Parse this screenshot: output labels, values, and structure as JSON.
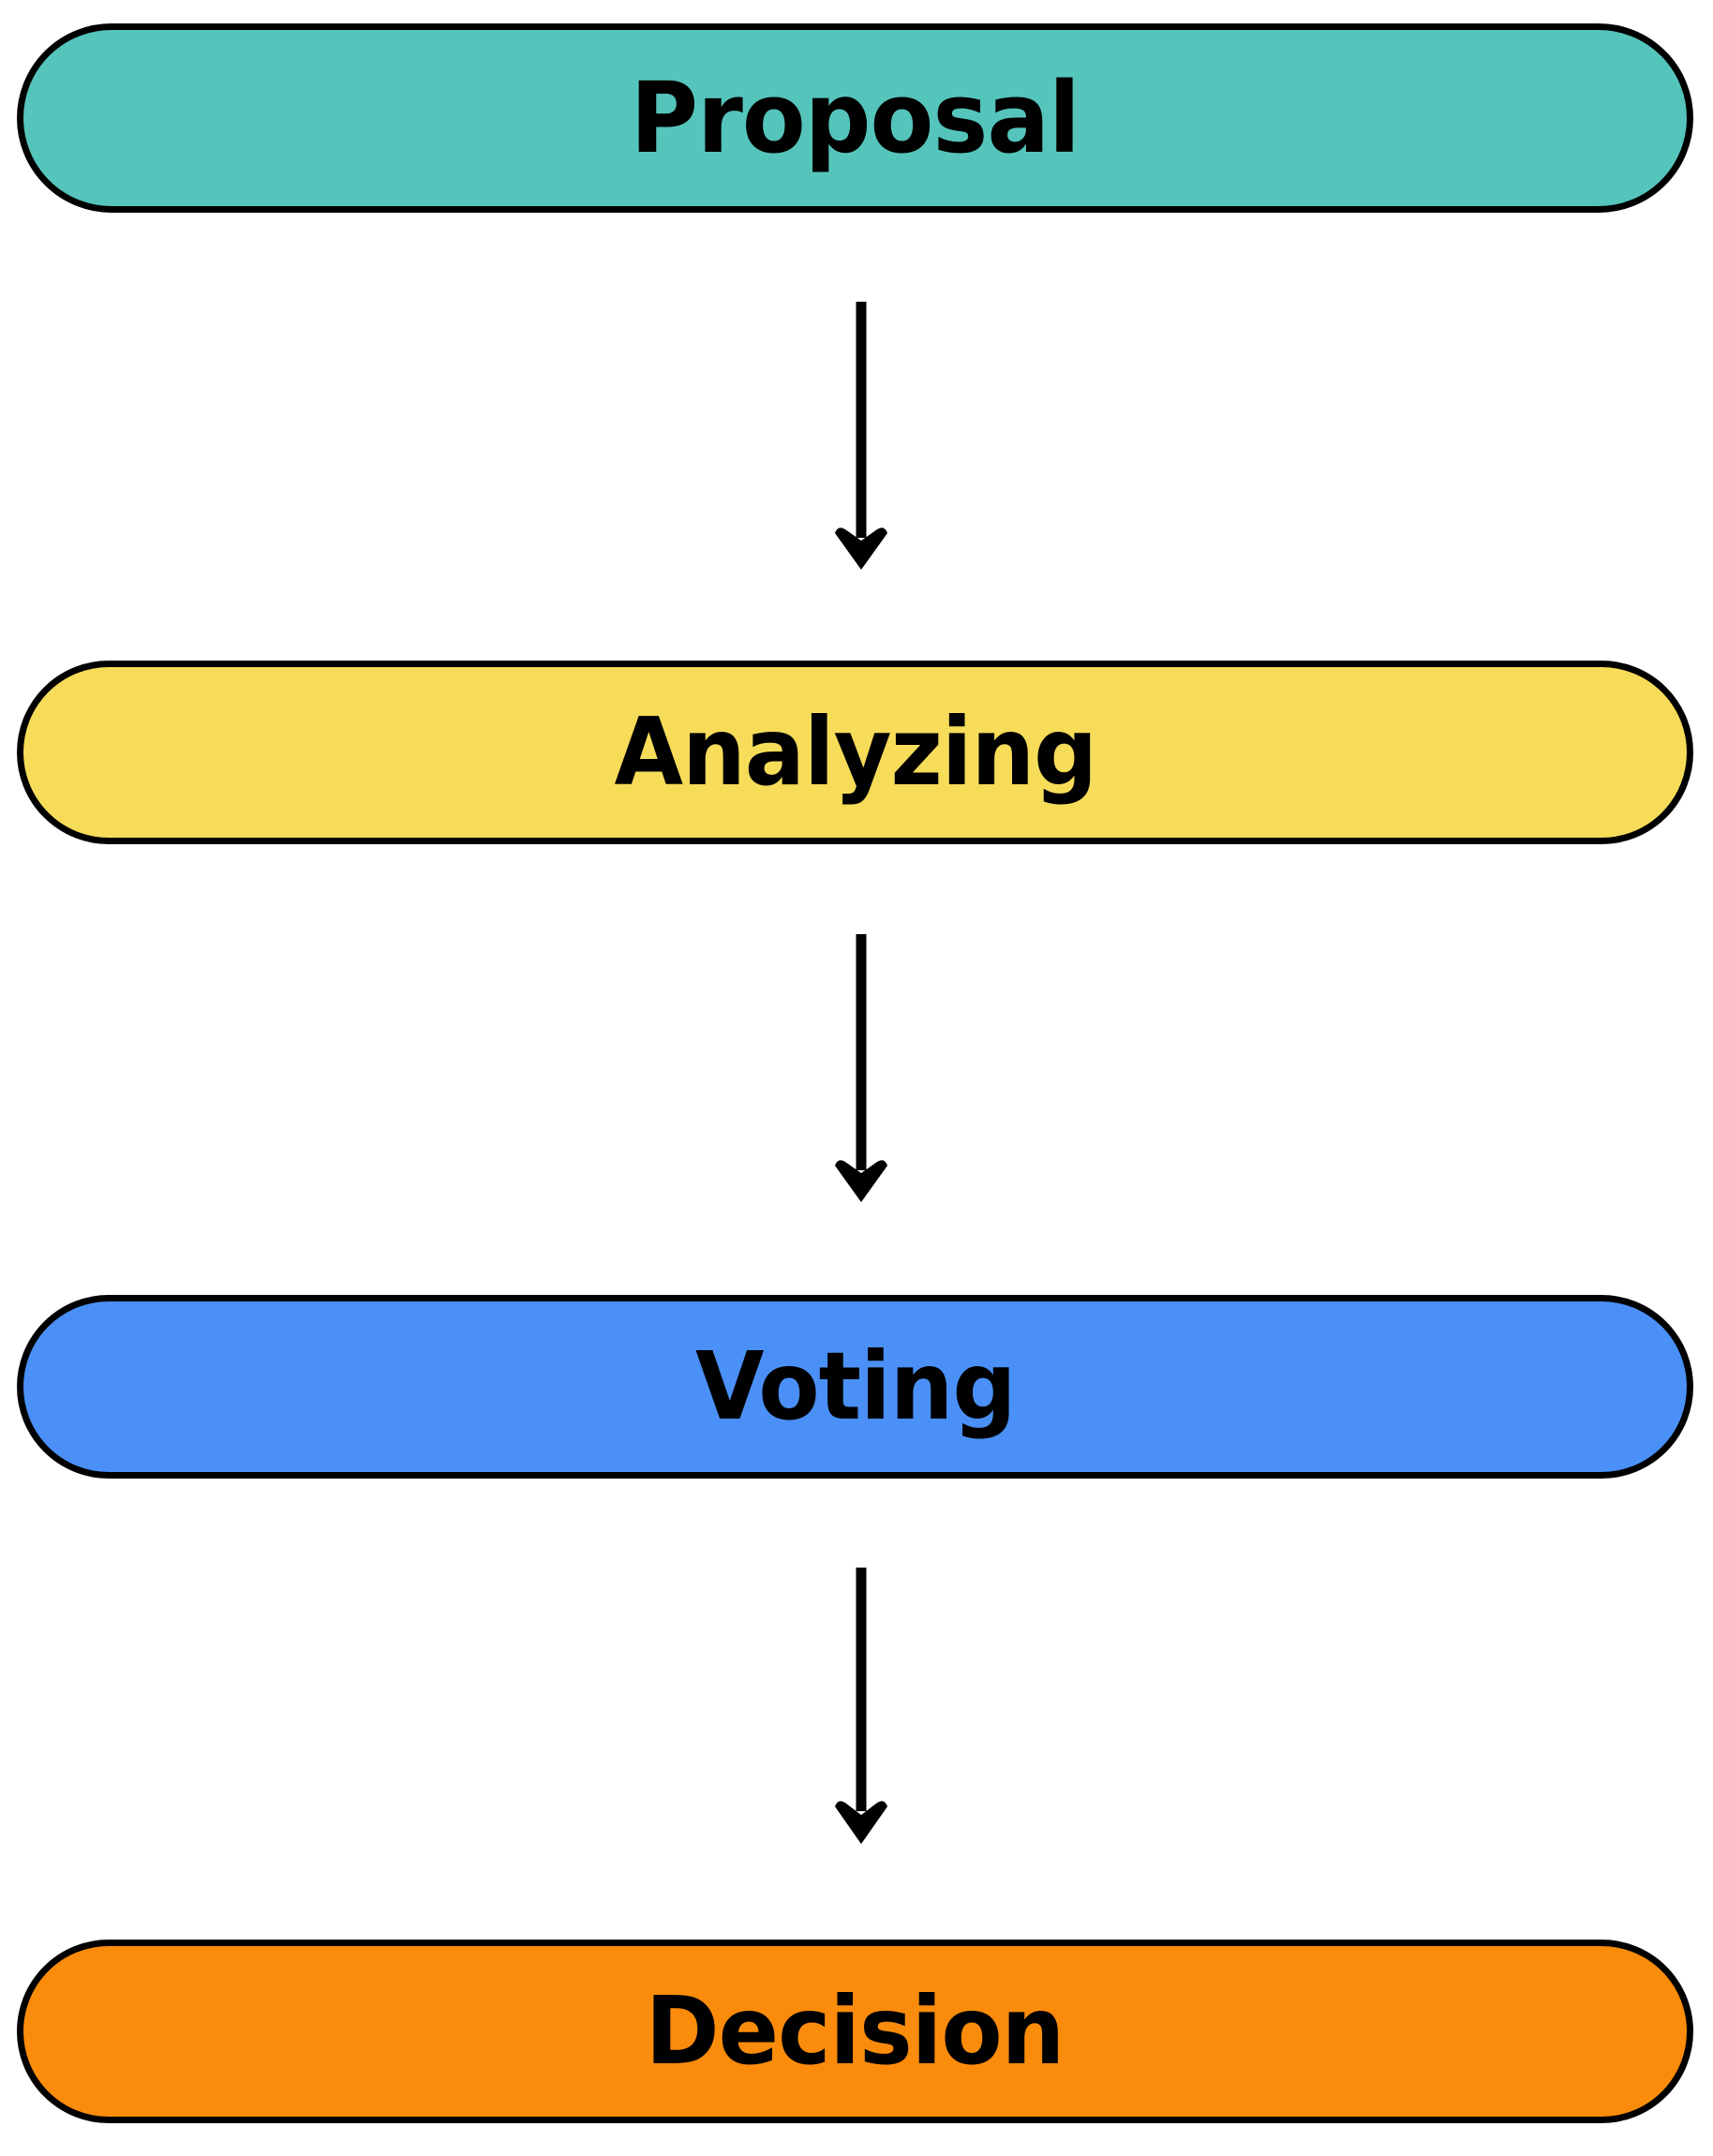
{
  "diagram": {
    "type": "flowchart",
    "orientation": "top-to-bottom",
    "background_color": "#ffffff",
    "border_color": "#000000",
    "nodes": [
      {
        "id": "proposal",
        "label": "Proposal",
        "shape": "stadium",
        "fill_color": "#55C5BC",
        "text_color": "#000000"
      },
      {
        "id": "analyzing",
        "label": "Analyzing",
        "shape": "stadium",
        "fill_color": "#F7DC5A",
        "text_color": "#000000"
      },
      {
        "id": "voting",
        "label": "Voting",
        "shape": "stadium",
        "fill_color": "#4A90F7",
        "text_color": "#000000"
      },
      {
        "id": "decision",
        "label": "Decision",
        "shape": "stadium",
        "fill_color": "#FB8C0B",
        "text_color": "#000000"
      }
    ],
    "edges": [
      {
        "id": "edge-1",
        "from": "proposal",
        "to": "analyzing",
        "label": "",
        "style": "solid-arrow",
        "color": "#000000"
      },
      {
        "id": "edge-2",
        "from": "analyzing",
        "to": "voting",
        "label": "",
        "style": "solid-arrow",
        "color": "#000000"
      },
      {
        "id": "edge-3",
        "from": "voting",
        "to": "decision",
        "label": "",
        "style": "solid-arrow",
        "color": "#000000"
      }
    ]
  }
}
